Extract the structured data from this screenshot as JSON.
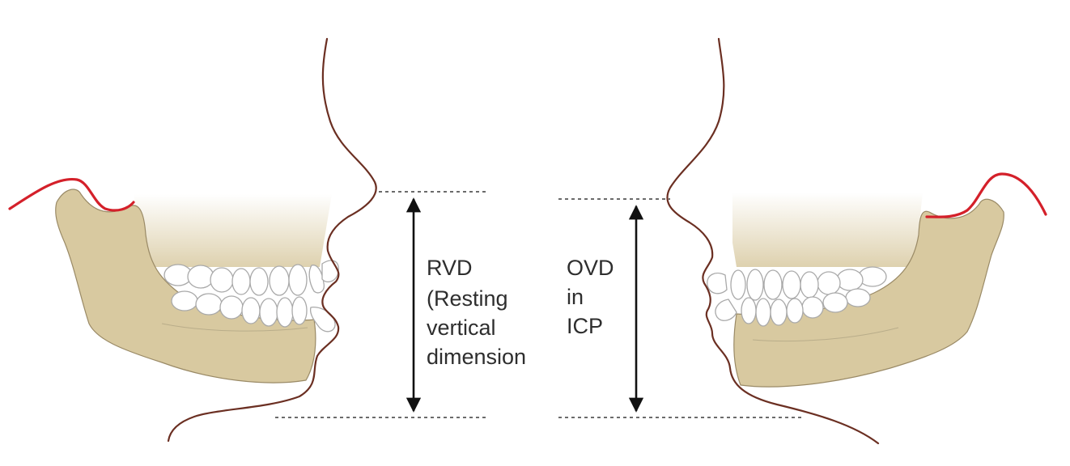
{
  "left_panel": {
    "label_lines": [
      "RVD",
      "(Resting",
      "vertical",
      "dimension"
    ]
  },
  "right_panel": {
    "label_lines": [
      "OVD",
      "in",
      "ICP"
    ]
  },
  "colors": {
    "bone": "#d8c9a0",
    "profile": "#6b2f22",
    "condyle_outline": "#d4202a",
    "teeth": "#ffffff",
    "arrow": "#111111"
  }
}
